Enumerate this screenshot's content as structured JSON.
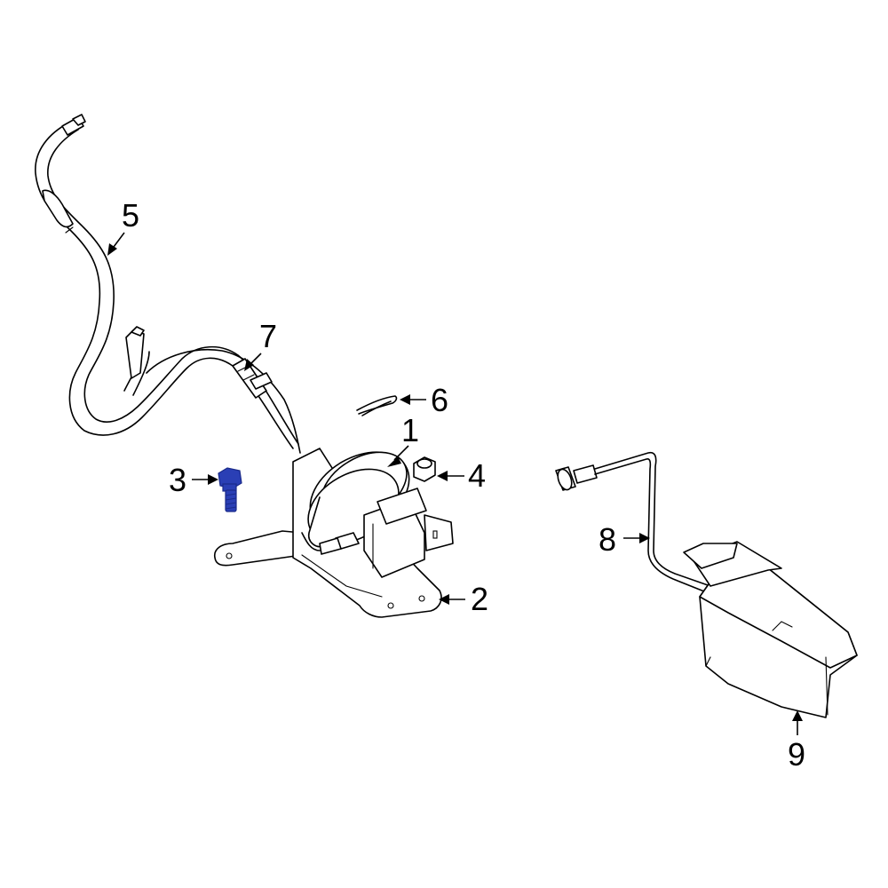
{
  "callouts": [
    {
      "id": "1",
      "label": "1"
    },
    {
      "id": "2",
      "label": "2"
    },
    {
      "id": "3",
      "label": "3"
    },
    {
      "id": "4",
      "label": "4"
    },
    {
      "id": "5",
      "label": "5"
    },
    {
      "id": "6",
      "label": "6"
    },
    {
      "id": "7",
      "label": "7"
    },
    {
      "id": "8",
      "label": "8"
    },
    {
      "id": "9",
      "label": "9"
    }
  ],
  "colors": {
    "line": "#000000",
    "background": "#ffffff",
    "highlight": "#2a3fb5",
    "highlight_dark": "#1a2a8a"
  }
}
